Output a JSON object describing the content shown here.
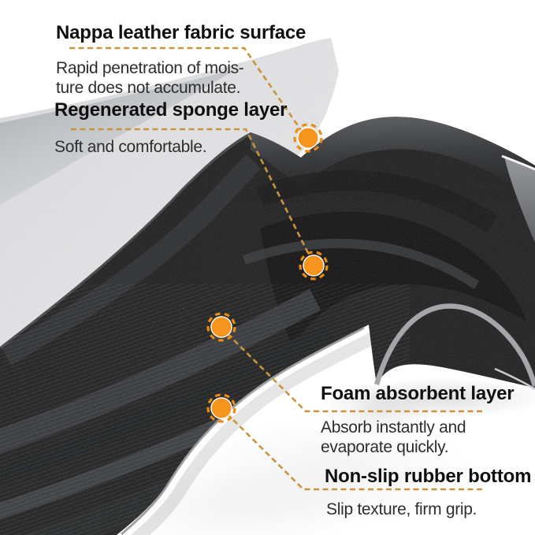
{
  "figure": {
    "type": "product-layer-callout-diagram",
    "colors": {
      "accent": "#f7941e",
      "marker_ring": "#ec8a12",
      "dash": "#c9943e",
      "title_text": "#101010",
      "body_text": "#2d2d2d"
    },
    "callouts": [
      {
        "title": "Nappa leather fabric surface",
        "desc_lines": [
          "Rapid penetration of mois-",
          "ture does not accumulate."
        ]
      },
      {
        "title": "Regenerated sponge layer",
        "desc_lines": [
          "Soft and comfortable."
        ]
      },
      {
        "title": "Foam absorbent layer",
        "desc_lines": [
          "Absorb instantly and",
          "evaporate quickly."
        ]
      },
      {
        "title": "Non-slip rubber bottom",
        "desc_lines": [
          "Slip texture, firm grip."
        ]
      }
    ]
  }
}
